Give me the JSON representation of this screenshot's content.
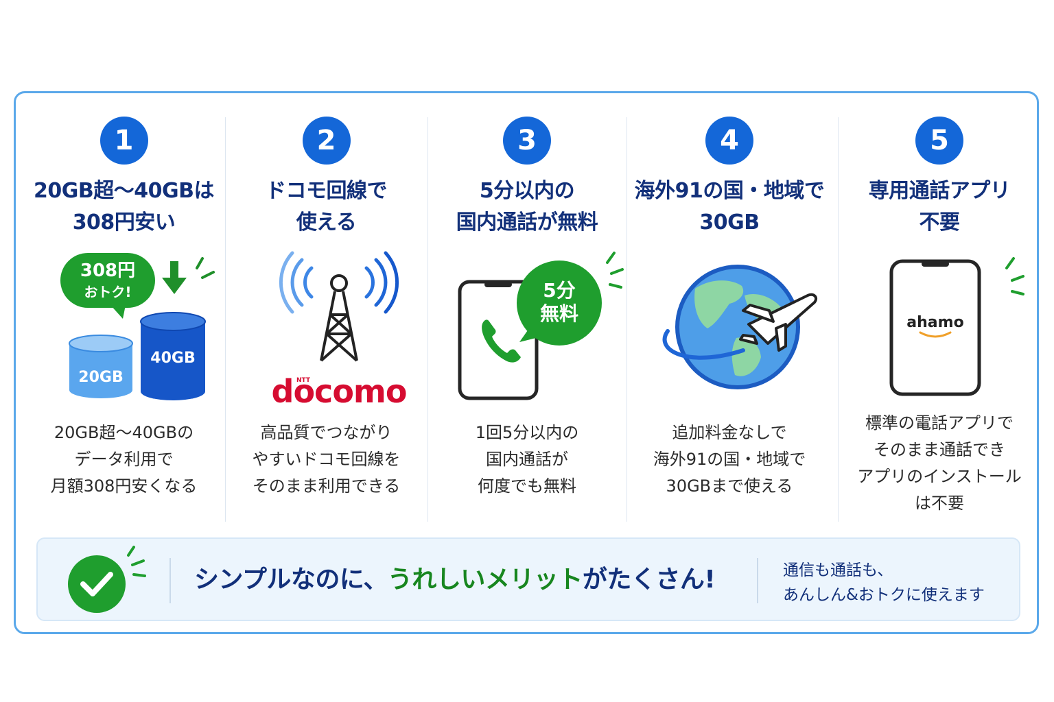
{
  "colors": {
    "primary_blue": "#1467d8",
    "navy_text": "#12307a",
    "accent_green": "#17861f",
    "docomo_red": "#d60c31",
    "border_blue": "#5aa8ea"
  },
  "features": [
    {
      "number": "1",
      "title_lines": [
        "20GB超～40GBは",
        "308円安い"
      ],
      "icon": "data-cylinders-icon",
      "bubble_lines": [
        "308円",
        "おトク!"
      ],
      "small_cylinder": "20GB",
      "large_cylinder": "40GB",
      "desc_lines": [
        "20GB超～40GBの",
        "データ利用で",
        "月額308円安くなる"
      ]
    },
    {
      "number": "2",
      "title_lines": [
        "ドコモ回線で",
        "使える"
      ],
      "icon": "antenna-tower-icon",
      "logo_top": "NTT",
      "logo": "docomo",
      "desc_lines": [
        "高品質でつながり",
        "やすいドコモ回線を",
        "そのまま利用できる"
      ]
    },
    {
      "number": "3",
      "title_lines": [
        "5分以内の",
        "国内通話が無料"
      ],
      "icon": "phone-call-icon",
      "bubble_lines": [
        "5分",
        "無料"
      ],
      "desc_lines": [
        "1回5分以内の",
        "国内通話が",
        "何度でも無料"
      ]
    },
    {
      "number": "4",
      "title_lines": [
        "海外91の国・地域で",
        "30GB"
      ],
      "icon": "globe-airplane-icon",
      "desc_lines": [
        "追加料金なしで",
        "海外91の国・地域で",
        "30GBまで使える"
      ]
    },
    {
      "number": "5",
      "title_lines": [
        "専用通話アプリ",
        "不要"
      ],
      "icon": "smartphone-icon",
      "screen_logo": "ahamo",
      "desc_lines": [
        "標準の電話アプリで",
        "そのまま通話でき",
        "アプリのインストール",
        "は不要"
      ]
    }
  ],
  "banner": {
    "icon": "check-circle-icon",
    "headline_before": "シンプルなのに、",
    "headline_highlight": "うれしいメリット",
    "headline_after": "がたくさん!",
    "sub_lines": [
      "通信も通話も、",
      "あんしん&おトクに使えます"
    ]
  }
}
